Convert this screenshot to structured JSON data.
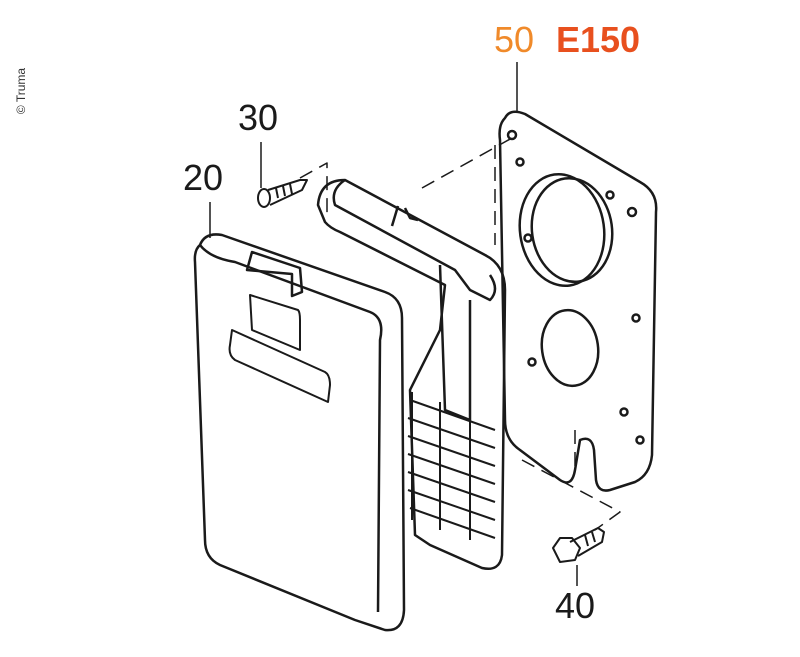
{
  "copyright": "© Truma",
  "labels": {
    "plate_number": "50",
    "model": "E150",
    "screw": "30",
    "cover": "20",
    "bolt": "40"
  },
  "colors": {
    "plate_number": "#f08a2a",
    "model": "#e8501e",
    "lines": "#1a1a1a"
  }
}
